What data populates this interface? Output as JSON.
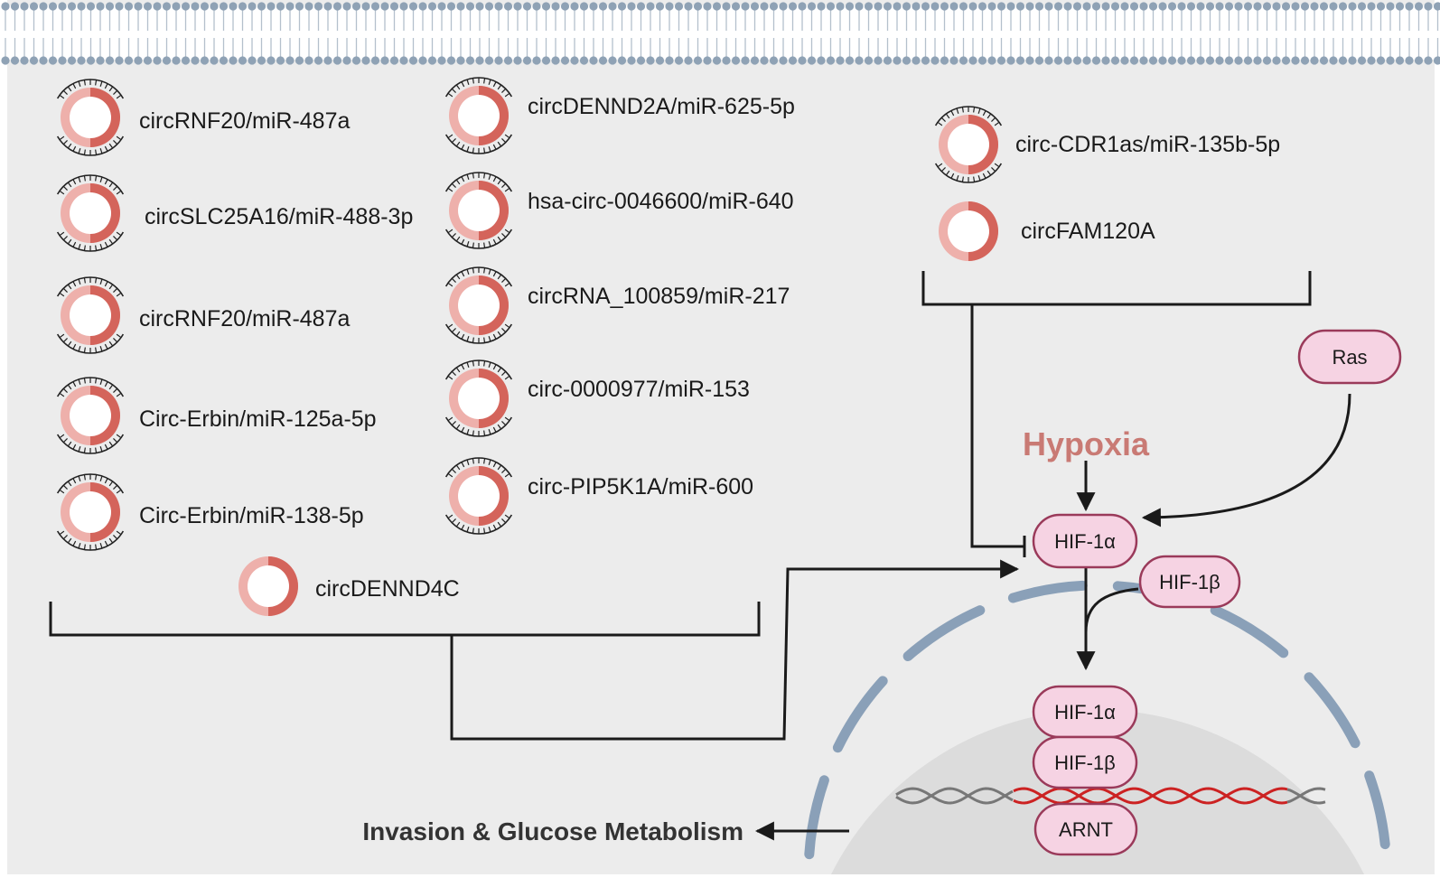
{
  "left_column": [
    "circRNF20/miR-487a",
    "circSLC25A16/miR-488-3p",
    "circRNF20/miR-487a",
    "Circ-Erbin/miR-125a-5p",
    "Circ-Erbin/miR-138-5p"
  ],
  "middle_column": [
    "circDENND2A/miR-625-5p",
    "hsa-circ-0046600/miR-640",
    "circRNA_100859/miR-217",
    "circ-0000977/miR-153",
    "circ-PIP5K1A/miR-600"
  ],
  "bottom_item": "circDENND4C",
  "right_group": [
    "circ-CDR1as/miR-135b-5p",
    "circFAM120A"
  ],
  "nodes": {
    "ras": "Ras",
    "hypoxia": "Hypoxia",
    "hif1a_cyto": "HIF-1α",
    "hif1b_cyto": "HIF-1β",
    "hif1a_nuc": "HIF-1α",
    "hif1b_nuc": "HIF-1β",
    "arnt": "ARNT"
  },
  "outcome": "Invasion & Glucose Metabolism",
  "colors": {
    "background": "#ececec",
    "membrane": "#9fb0c2",
    "ring_light": "#eeb0ab",
    "ring_dark": "#d4645b",
    "pill_fill": "#f6d3e3",
    "pill_stroke": "#9a3a5a",
    "hypoxia": "#c97a74",
    "dna_red": "#cc2222",
    "dna_gray": "#777777"
  }
}
